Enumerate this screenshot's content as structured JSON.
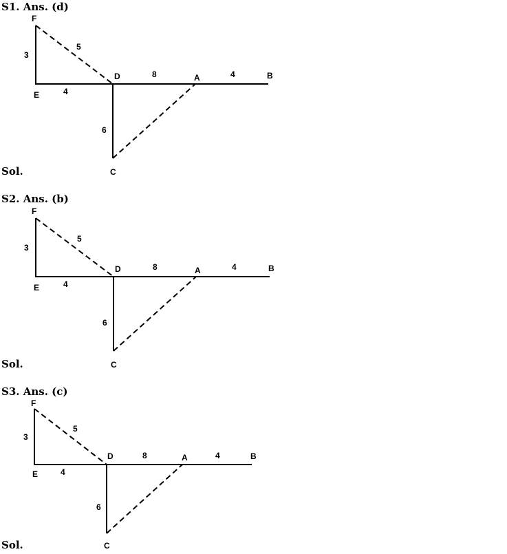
{
  "solutions": [
    {
      "heading": "S1. Ans. (d)",
      "sol_label": "Sol.",
      "diagram": {
        "points": {
          "F": "F",
          "E": "E",
          "D": "D",
          "A": "A",
          "B": "B",
          "C": "C"
        },
        "lengths": {
          "EF": "3",
          "FD": "5",
          "ED": "4",
          "DA": "8",
          "AB": "4",
          "DC": "6"
        }
      }
    },
    {
      "heading": "S2. Ans. (b)",
      "sol_label": "Sol.",
      "diagram": {
        "points": {
          "F": "F",
          "E": "E",
          "D": "D",
          "A": "A",
          "B": "B",
          "C": "C"
        },
        "lengths": {
          "EF": "3",
          "FD": "5",
          "ED": "4",
          "DA": "8",
          "AB": "4",
          "DC": "6"
        }
      }
    },
    {
      "heading": "S3. Ans. (c)",
      "sol_label": "Sol.",
      "diagram": {
        "points": {
          "F": "F",
          "E": "E",
          "D": "D",
          "A": "A",
          "B": "B",
          "C": "C"
        },
        "lengths": {
          "EF": "3",
          "FD": "5",
          "ED": "4",
          "DA": "8",
          "AB": "4",
          "DC": "6"
        }
      }
    }
  ]
}
